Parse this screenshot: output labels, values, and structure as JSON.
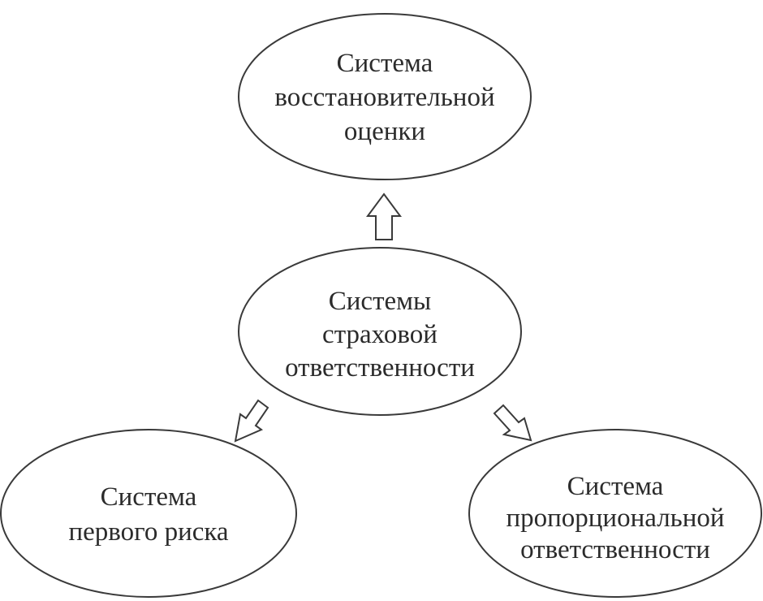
{
  "nodes": {
    "top": {
      "lines": [
        "Система",
        "восстановительной",
        "оценки"
      ]
    },
    "center": {
      "lines": [
        "Системы",
        "страховой",
        "ответственности"
      ]
    },
    "left": {
      "lines": [
        "Система",
        "первого риска"
      ]
    },
    "right": {
      "lines": [
        "Система",
        "пропорциональной",
        "ответственности"
      ]
    }
  },
  "arrows": [
    {
      "from": "center",
      "to": "top"
    },
    {
      "from": "center",
      "to": "left"
    },
    {
      "from": "center",
      "to": "right"
    }
  ]
}
